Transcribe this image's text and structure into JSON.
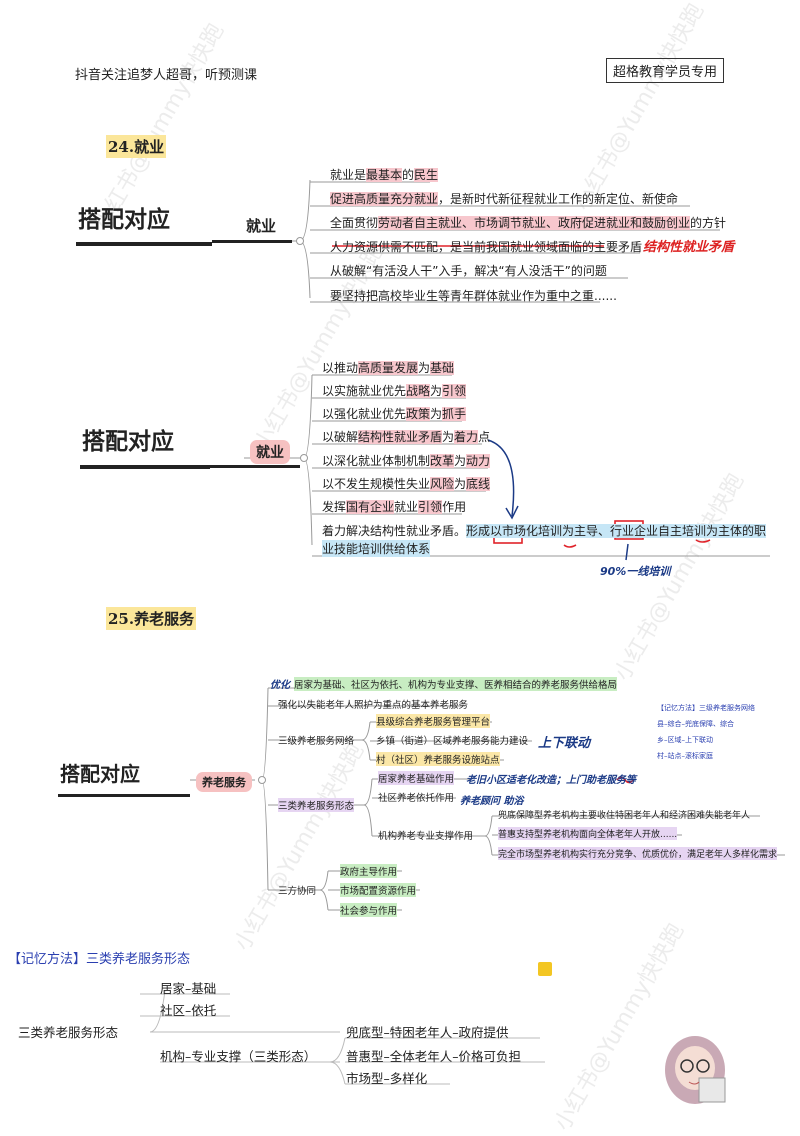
{
  "header": {
    "left": "抖音关注追梦人超哥，听预测课",
    "right": "超格教育学员专用"
  },
  "sections": [
    {
      "title": "24.就业"
    },
    {
      "title": "25.养老服务"
    }
  ],
  "mm1": {
    "big": "搭配对应",
    "node": "就业",
    "items": [
      "就业是最基本的民生",
      "促进高质量充分就业，是新时代新征程就业工作的新定位、新使命",
      "全面贯彻劳动者自主就业、市场调节就业、政府促进就业和鼓励创业的方针",
      "人力资源供需不匹配，是当前我国就业领域面临的主要矛盾",
      "从破解“有活没人干”入手，解决“有人没活干”的问题",
      "要坚持把高校毕业生等青年群体就业作为重中之重......"
    ],
    "note": "结构性就业矛盾"
  },
  "mm2": {
    "big": "搭配对应",
    "node": "就业",
    "items": [
      "以推动高质量发展为基础",
      "以实施就业优先战略为引领",
      "以强化就业优先政策为抓手",
      "以破解结构性就业矛盾为着力点",
      "以深化就业体制机制改革为动力",
      "以不发生规模性失业风险为底线",
      "发挥国有企业就业引领作用",
      "着力解决结构性就业矛盾。形成以市场化培训为主导、行业企业自主培训为主体的职",
      "业技能培训供给体系"
    ],
    "note": "90%一线培训"
  },
  "mm3": {
    "big": "搭配对应",
    "node": "养老服务",
    "top1": "居家为基础、社区为依托、机构为专业支撑、医养相结合的养老服务供给格局",
    "top1_hand": "优化",
    "top2": "强化以失能老年人照护为重点的基本养老服务",
    "b1": "三级养老服务网络",
    "b1_items": [
      "县级综合养老服务管理平台",
      "乡镇（街道）区域养老服务能力建设",
      "村（社区）养老服务设施站点"
    ],
    "b1_note": "上下联动",
    "b2": "三类养老服务形态",
    "b2_items": [
      "居家养老基础作用",
      "社区养老依托作用",
      "机构养老专业支撑作用"
    ],
    "b2_note1": "老旧小区适老化改造；上门助老服务等",
    "b2_note2": "养老顾问 助浴",
    "b2_sub": [
      "兜底保障型养老机构主要收住特困老年人和经济困难失能老年人",
      "普惠支持型养老机构面向全体老年人开放......",
      "完全市场型养老机构实行充分竞争、优质优价，满足老年人多样化需求"
    ],
    "b3": "三方协同",
    "b3_items": [
      "政府主导作用",
      "市场配置资源作用",
      "社会参与作用"
    ],
    "side": {
      "title": "【记忆方法】三级养老服务网络",
      "lines": [
        "县–综合–兜底保障、综合",
        "乡–区域–上下联动",
        "村–站点–滚标家庭"
      ]
    }
  },
  "memory": {
    "title": "【记忆方法】三类养老服务形态",
    "root": "三类养老服务形态",
    "a": "居家–基础",
    "b": "社区–依托",
    "c": "机构–专业支撑（三类形态）",
    "c_items": [
      "兜底型–特困老年人–政府提供",
      "普惠型–全体老年人–价格可负担",
      "市场型–多样化"
    ]
  },
  "watermark": "小红书@Yummy快快跑"
}
